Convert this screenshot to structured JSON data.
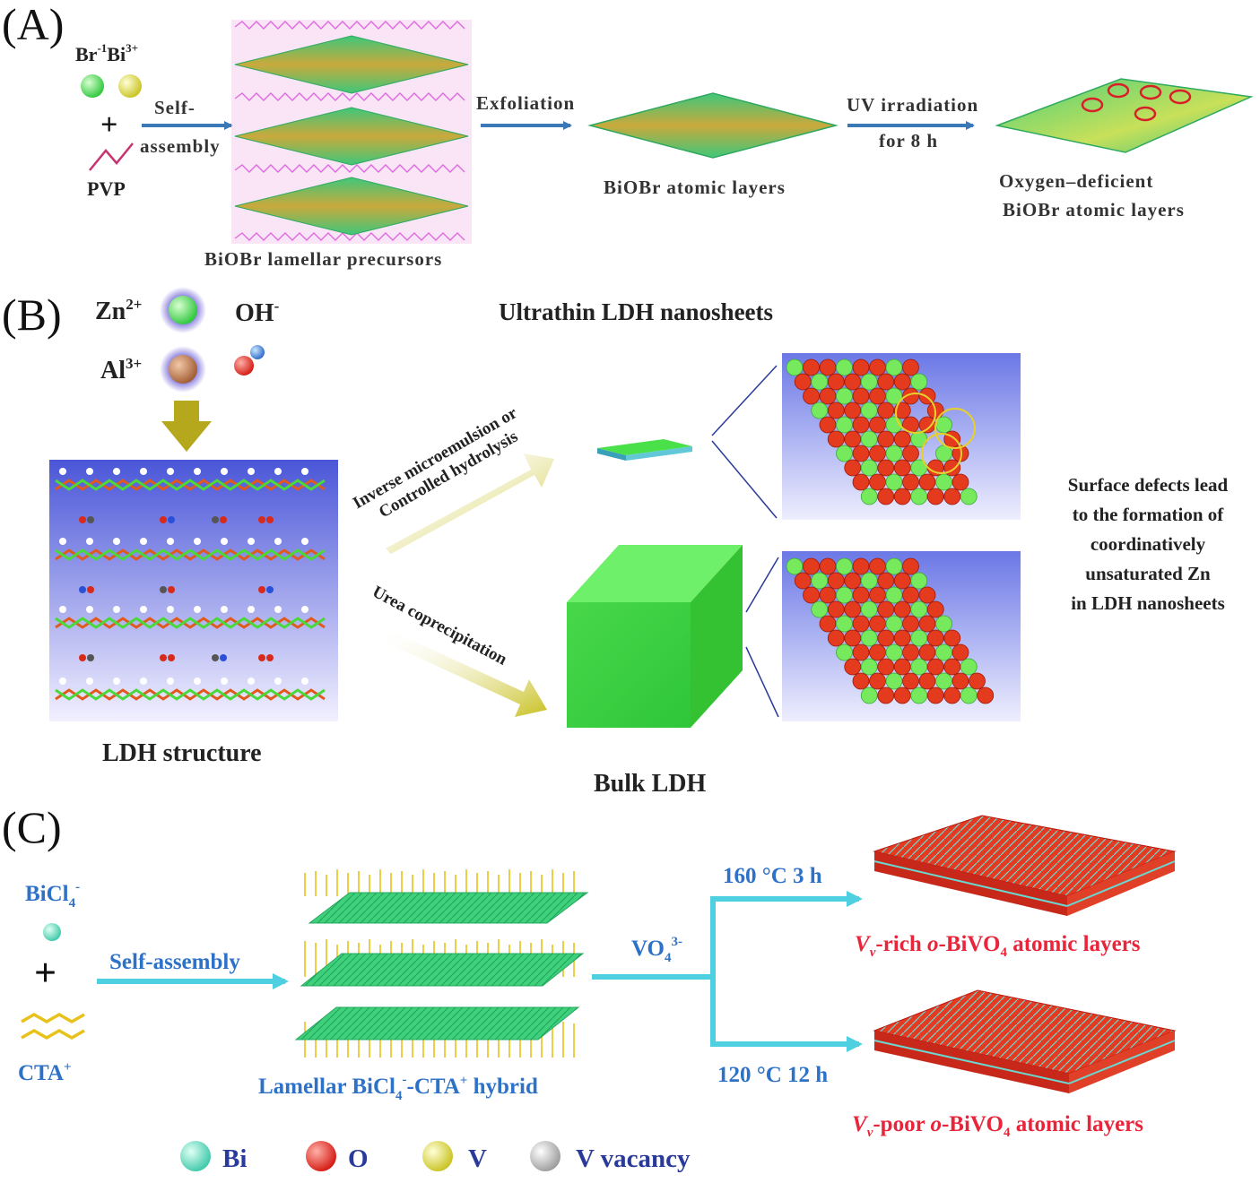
{
  "panel_a": {
    "label": "(A)",
    "ion1": "Br",
    "ion1_sup": "-1",
    "ion2": "Bi",
    "ion2_sup": "3+",
    "plus": "+",
    "pvp": "PVP",
    "step1_line1": "Self-",
    "step1_line2": "assembly",
    "precursor_label": "BiOBr lamellar precursors",
    "step2": "Exfoliation",
    "layers_label": "BiOBr atomic layers",
    "step3_line1": "UV irradiation",
    "step3_line2": "for 8 h",
    "product_line1": "Oxygen–deficient",
    "product_line2": "BiOBr atomic layers"
  },
  "panel_b": {
    "label": "(B)",
    "zn": "Zn",
    "zn_sup": "2+",
    "al": "Al",
    "al_sup": "3+",
    "oh": "OH",
    "oh_sup": "-",
    "title_top": "Ultrathin LDH nanosheets",
    "route1_line1": "Inverse microemulsion or",
    "route1_line2": "Controlled hydrolysis",
    "route2": "Urea coprecipitation",
    "ldh_label": "LDH structure",
    "bulk_label": "Bulk LDH",
    "note_lines": [
      "Surface defects lead",
      "to the formation of",
      "coordinatively",
      "unsaturated Zn",
      "in LDH nanosheets"
    ]
  },
  "panel_c": {
    "label": "(C)",
    "bicl4": "BiCl",
    "bicl4_sub": "4",
    "bicl4_sup": "-",
    "plus": "+",
    "cta": "CTA",
    "cta_sup": "+",
    "step1": "Self-assembly",
    "hybrid_part1": "Lamellar BiCl",
    "hybrid_sub": "4",
    "hybrid_sup": "-",
    "hybrid_part2": "-CTA",
    "hybrid_sup2": "+",
    "hybrid_part3": " hybrid",
    "vo4": "VO",
    "vo4_sub": "4",
    "vo4_sup": "3-",
    "cond_top": "160 °C 3 h",
    "cond_bottom": "120 °C 12 h",
    "prod1_v": "V",
    "prod1_vsub": "v",
    "prod1_mid": "-rich ",
    "prod1_o": "o",
    "prod1_b": "-BiVO",
    "prod1_sub": "4",
    "prod1_end": " atomic layers",
    "prod2_v": "V",
    "prod2_vsub": "v",
    "prod2_mid": "-poor ",
    "prod2_o": "o",
    "prod2_b": "-BiVO",
    "prod2_sub": "4",
    "prod2_end": " atomic layers",
    "legend": [
      "Bi",
      "O",
      "V",
      "V vacancy"
    ]
  },
  "colors": {
    "arrow_blue": "#3a78b8",
    "cyan": "#4fd0e0",
    "sheet_green": "#3fe07a",
    "product_red": "#e8253a",
    "text_blue": "#2e72c8",
    "lattice_red": "#e0321e",
    "lattice_green": "#6ee85a"
  }
}
